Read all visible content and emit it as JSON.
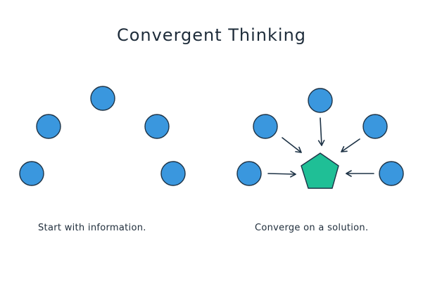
{
  "title": "Convergent Thinking",
  "captions": {
    "left": "Start with information.",
    "right": "Converge on a solution."
  },
  "colors": {
    "node_fill": "#3a97de",
    "node_stroke": "#1e3346",
    "solution_fill": "#1fbf96",
    "solution_stroke": "#1e3346",
    "arrow": "#1e3346",
    "text": "#1e2c3a"
  }
}
